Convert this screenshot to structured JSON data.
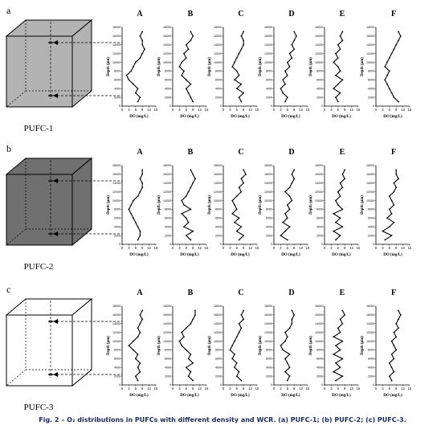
{
  "caption": "Fig. 2 – O₂ distributions in PUFCs with different density and WCR. (a) PUFC-1; (b) PUFC-2; (c) PUFC-3.",
  "axis": {
    "xlabel": "DO (mg/L)",
    "ylabel": "Depth (μm)",
    "xticks": [
      "0",
      "3",
      "6",
      "9",
      "12",
      "15"
    ],
    "yticks": [
      "0",
      "2000",
      "4000",
      "6000",
      "8000",
      "10000",
      "12000",
      "14000",
      "16000",
      "18000"
    ],
    "xlim": [
      0,
      15
    ],
    "ylim": [
      0,
      18000
    ]
  },
  "colors": {
    "pufc1_fill": "#b3b3b3",
    "pufc2_fill": "#707070",
    "pufc3_fill": "#ffffff",
    "caption": "#1a2a55"
  },
  "chart_data": [
    {
      "type": "line",
      "panel_letter": "a",
      "cube_label": "PUFC-1",
      "series": [
        {
          "name": "A",
          "x": [
            7,
            8,
            6,
            7,
            5,
            3,
            2,
            4,
            5,
            6,
            8,
            9,
            10,
            9,
            9,
            8,
            9
          ],
          "y": [
            1000,
            2000,
            3000,
            4000,
            5000,
            6000,
            7000,
            8000,
            9000,
            10000,
            11000,
            12000,
            13000,
            14000,
            15000,
            16000,
            17000
          ]
        },
        {
          "name": "B",
          "x": [
            9,
            8,
            7,
            6,
            8,
            6,
            4,
            5,
            3,
            4,
            6,
            5,
            7,
            6,
            8,
            9,
            8
          ],
          "y": [
            1000,
            2000,
            3000,
            4000,
            5000,
            6000,
            7000,
            8000,
            9000,
            10000,
            11000,
            12000,
            13000,
            14000,
            15000,
            16000,
            17000
          ]
        },
        {
          "name": "C",
          "x": [
            8,
            7,
            9,
            6,
            8,
            5,
            7,
            6,
            4,
            5,
            6,
            7,
            8,
            9,
            9,
            8,
            9
          ],
          "y": [
            1000,
            2000,
            3000,
            4000,
            5000,
            6000,
            7000,
            8000,
            9000,
            10000,
            11000,
            12000,
            13000,
            14000,
            15000,
            16000,
            17000
          ]
        },
        {
          "name": "D",
          "x": [
            5,
            6,
            4,
            3,
            5,
            4,
            6,
            5,
            7,
            6,
            8,
            7,
            9,
            8,
            9,
            10,
            9
          ],
          "y": [
            1000,
            2000,
            3000,
            4000,
            5000,
            6000,
            7000,
            8000,
            9000,
            10000,
            11000,
            12000,
            13000,
            14000,
            15000,
            16000,
            17000
          ]
        },
        {
          "name": "E",
          "x": [
            6,
            5,
            7,
            4,
            6,
            8,
            5,
            7,
            6,
            4,
            6,
            5,
            7,
            6,
            8,
            7,
            8
          ],
          "y": [
            1000,
            2000,
            3000,
            4000,
            5000,
            6000,
            7000,
            8000,
            9000,
            10000,
            11000,
            12000,
            13000,
            14000,
            15000,
            16000,
            17000
          ]
        },
        {
          "name": "F",
          "x": [
            10,
            8,
            7,
            6,
            5,
            4,
            5,
            6,
            4,
            5,
            6,
            7,
            8,
            9,
            10,
            11,
            10
          ],
          "y": [
            1000,
            2000,
            3000,
            4000,
            5000,
            6000,
            7000,
            8000,
            9000,
            10000,
            11000,
            12000,
            13000,
            14000,
            15000,
            16000,
            17000
          ]
        }
      ]
    },
    {
      "type": "line",
      "panel_letter": "b",
      "cube_label": "PUFC-2",
      "series": [
        {
          "name": "A",
          "x": [
            7,
            8,
            8,
            7,
            6,
            5,
            4,
            3,
            4,
            5,
            7,
            8,
            9,
            9,
            8,
            9,
            9
          ],
          "y": [
            1000,
            2000,
            3000,
            4000,
            5000,
            6000,
            7000,
            8000,
            9000,
            10000,
            11000,
            12000,
            13000,
            14000,
            15000,
            16000,
            17000
          ]
        },
        {
          "name": "B",
          "x": [
            8,
            6,
            9,
            5,
            7,
            6,
            4,
            8,
            5,
            4,
            6,
            7,
            8,
            9,
            10,
            9,
            8
          ],
          "y": [
            1000,
            2000,
            3000,
            4000,
            5000,
            6000,
            7000,
            8000,
            9000,
            10000,
            11000,
            12000,
            13000,
            14000,
            15000,
            16000,
            17000
          ]
        },
        {
          "name": "C",
          "x": [
            7,
            9,
            6,
            8,
            5,
            7,
            4,
            6,
            5,
            4,
            6,
            8,
            7,
            9,
            8,
            10,
            9
          ],
          "y": [
            1000,
            2000,
            3000,
            4000,
            5000,
            6000,
            7000,
            8000,
            9000,
            10000,
            11000,
            12000,
            13000,
            14000,
            15000,
            16000,
            17000
          ]
        },
        {
          "name": "D",
          "x": [
            6,
            3,
            5,
            7,
            4,
            6,
            5,
            7,
            6,
            8,
            7,
            5,
            7,
            8,
            9,
            8,
            9
          ],
          "y": [
            1000,
            2000,
            3000,
            4000,
            5000,
            6000,
            7000,
            8000,
            9000,
            10000,
            11000,
            12000,
            13000,
            14000,
            15000,
            16000,
            17000
          ]
        },
        {
          "name": "E",
          "x": [
            5,
            7,
            4,
            8,
            5,
            7,
            4,
            8,
            6,
            5,
            7,
            6,
            8,
            7,
            9,
            8,
            9
          ],
          "y": [
            1000,
            2000,
            3000,
            4000,
            5000,
            6000,
            7000,
            8000,
            9000,
            10000,
            11000,
            12000,
            13000,
            14000,
            15000,
            16000,
            17000
          ]
        },
        {
          "name": "F",
          "x": [
            4,
            7,
            3,
            6,
            8,
            5,
            7,
            6,
            8,
            7,
            6,
            8,
            9,
            8,
            10,
            9,
            9
          ],
          "y": [
            1000,
            2000,
            3000,
            4000,
            5000,
            6000,
            7000,
            8000,
            9000,
            10000,
            11000,
            12000,
            13000,
            14000,
            15000,
            16000,
            17000
          ]
        }
      ]
    },
    {
      "type": "line",
      "panel_letter": "c",
      "cube_label": "PUFC-3",
      "series": [
        {
          "name": "A",
          "x": [
            7,
            6,
            8,
            7,
            8,
            6,
            7,
            5,
            3,
            5,
            7,
            8,
            7,
            8,
            9,
            8,
            9
          ],
          "y": [
            1000,
            2000,
            3000,
            4000,
            5000,
            6000,
            7000,
            8000,
            9000,
            10000,
            11000,
            12000,
            13000,
            14000,
            15000,
            16000,
            17000
          ]
        },
        {
          "name": "B",
          "x": [
            9,
            7,
            8,
            6,
            9,
            7,
            8,
            6,
            4,
            3,
            5,
            4,
            6,
            8,
            9,
            10,
            10
          ],
          "y": [
            1000,
            2000,
            3000,
            4000,
            5000,
            6000,
            7000,
            8000,
            9000,
            10000,
            11000,
            12000,
            13000,
            14000,
            15000,
            16000,
            17000
          ]
        },
        {
          "name": "C",
          "x": [
            8,
            6,
            7,
            5,
            6,
            4,
            5,
            3,
            4,
            5,
            6,
            7,
            8,
            7,
            9,
            8,
            9
          ],
          "y": [
            1000,
            2000,
            3000,
            4000,
            5000,
            6000,
            7000,
            8000,
            9000,
            10000,
            11000,
            12000,
            13000,
            14000,
            15000,
            16000,
            17000
          ]
        },
        {
          "name": "D",
          "x": [
            6,
            7,
            5,
            7,
            6,
            5,
            7,
            4,
            3,
            5,
            6,
            5,
            7,
            8,
            8,
            9,
            8
          ],
          "y": [
            1000,
            2000,
            3000,
            4000,
            5000,
            6000,
            7000,
            8000,
            9000,
            10000,
            11000,
            12000,
            13000,
            14000,
            15000,
            16000,
            17000
          ]
        },
        {
          "name": "E",
          "x": [
            5,
            8,
            4,
            7,
            5,
            8,
            4,
            7,
            5,
            8,
            4,
            7,
            6,
            8,
            7,
            9,
            8
          ],
          "y": [
            1000,
            2000,
            3000,
            4000,
            5000,
            6000,
            7000,
            8000,
            9000,
            10000,
            11000,
            12000,
            13000,
            14000,
            15000,
            16000,
            17000
          ]
        },
        {
          "name": "F",
          "x": [
            7,
            6,
            8,
            7,
            6,
            8,
            7,
            9,
            8,
            7,
            9,
            8,
            10,
            9,
            10,
            11,
            10
          ],
          "y": [
            1000,
            2000,
            3000,
            4000,
            5000,
            6000,
            7000,
            8000,
            9000,
            10000,
            11000,
            12000,
            13000,
            14000,
            15000,
            16000,
            17000
          ]
        }
      ]
    }
  ]
}
